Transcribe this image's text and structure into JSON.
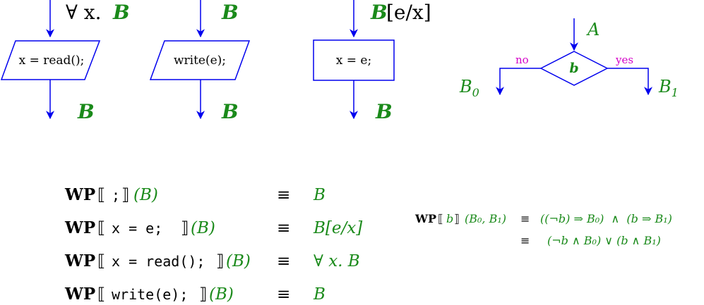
{
  "flow": {
    "read": {
      "pre": "∀ x.",
      "pre_var": "B",
      "box": "x = read();",
      "post": "B"
    },
    "write": {
      "pre": "B",
      "box": "write(e);",
      "post": "B"
    },
    "assign": {
      "pre_var": "B",
      "pre_subst": "[e/x]",
      "box": "x = e;",
      "post": "B"
    },
    "cond": {
      "pre": "A",
      "test": "b",
      "no": "no",
      "yes": "yes",
      "out_no": "B",
      "out_no_sub": "0",
      "out_yes": "B",
      "out_yes_sub": "1"
    }
  },
  "rules": [
    {
      "wp": "WP",
      "lb": "⟦",
      "code": ";",
      "rb": "⟧",
      "arg": "(B)",
      "eq": "≡",
      "rhs": "B"
    },
    {
      "wp": "WP",
      "lb": "⟦",
      "code": "x = e;",
      "rb": "⟧",
      "arg": "(B)",
      "eq": "≡",
      "rhs": "B[e/x]"
    },
    {
      "wp": "WP",
      "lb": "⟦",
      "code": "x = read();",
      "rb": "⟧",
      "arg": "(B)",
      "eq": "≡",
      "rhs": "∀ x. B"
    },
    {
      "wp": "WP",
      "lb": "⟦",
      "code": "write(e);",
      "rb": "⟧",
      "arg": "(B)",
      "eq": "≡",
      "rhs": "B"
    }
  ],
  "cond_rule": {
    "wp": "WP",
    "lb": "⟦",
    "test": "b",
    "rb": "⟧",
    "args": "(B₀, B₁)",
    "eq1": "≡",
    "rhs1": "((¬b) ⇒ B₀)  ∧  (b ⇒ B₁)",
    "eq2": "≡",
    "rhs2": "(¬b ∧ B₀) ∨ (b ∧ B₁)"
  },
  "colors": {
    "arrow": "#0000ee",
    "green": "#1a8a1a",
    "magenta": "#d400c8"
  }
}
